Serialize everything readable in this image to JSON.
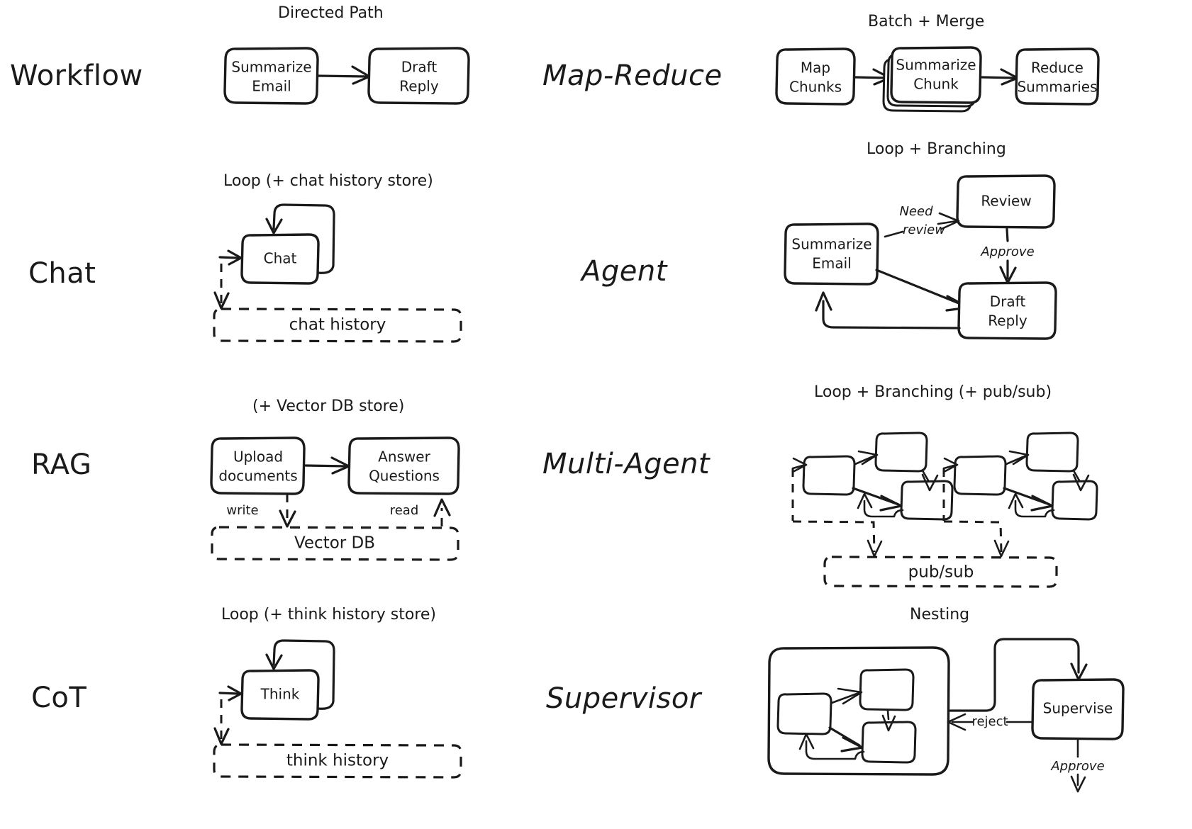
{
  "figure": {
    "background": "#ffffff",
    "ink": "#1a1a1a",
    "style": "hand-drawn sketch"
  },
  "rows": [
    {
      "left": {
        "pattern": "Workflow",
        "caption": "Directed Path",
        "nodes": [
          "Summarize Email",
          "Draft Reply"
        ],
        "edges": [
          "Summarize Email -> Draft Reply"
        ],
        "stores": []
      },
      "right": {
        "pattern": "Map-Reduce",
        "caption": "Batch + Merge",
        "nodes": [
          "Map Chunks",
          "Summarize Chunk",
          "Reduce Summaries"
        ],
        "edges": [
          "Map Chunks -> Summarize Chunk",
          "Summarize Chunk -> Reduce Summaries"
        ],
        "stores": []
      }
    },
    {
      "left": {
        "pattern": "Chat",
        "caption": "Loop (+ chat history store)",
        "nodes": [
          "Chat"
        ],
        "edges": [
          "Chat -> Chat (self loop)",
          "Chat <-> chat history"
        ],
        "stores": [
          "chat history"
        ]
      },
      "right": {
        "pattern": "Agent",
        "caption": "Loop + Branching",
        "nodes": [
          "Summarize Email",
          "Review",
          "Draft Reply"
        ],
        "edges": [
          "Summarize Email -> Review",
          "Review -> Draft Reply",
          "Summarize Email -> Draft Reply",
          "Draft Reply -> Summarize Email"
        ],
        "edge_labels": [
          "Need",
          "review",
          "Approve"
        ],
        "stores": []
      }
    },
    {
      "left": {
        "pattern": "RAG",
        "caption": "(+ Vector DB store)",
        "nodes": [
          "Upload documents",
          "Answer Questions"
        ],
        "edges": [
          "Upload documents -> Answer Questions",
          "Upload documents -> Vector DB",
          "Vector DB -> Answer Questions"
        ],
        "edge_labels": [
          "write",
          "read"
        ],
        "stores": [
          "Vector DB"
        ]
      },
      "right": {
        "pattern": "Multi-Agent",
        "caption": "Loop + Branching (+ pub/sub)",
        "nodes": [],
        "edges": [
          "agent-a <-> pub/sub",
          "agent-b <-> pub/sub"
        ],
        "stores": [
          "pub/sub"
        ]
      }
    },
    {
      "left": {
        "pattern": "CoT",
        "caption": "Loop (+ think history store)",
        "nodes": [
          "Think"
        ],
        "edges": [
          "Think -> Think (self loop)",
          "Think <-> think history"
        ],
        "stores": [
          "think history"
        ]
      },
      "right": {
        "pattern": "Supervisor",
        "caption": "Nesting",
        "nodes": [
          "Supervise"
        ],
        "edges": [
          "nested-agent -> Supervise",
          "Supervise -> nested-agent",
          "Supervise -> out"
        ],
        "edge_labels": [
          "reject",
          "Approve"
        ],
        "stores": []
      }
    }
  ],
  "labels": {
    "workflow": "Workflow",
    "map_reduce": "Map-Reduce",
    "chat": "Chat",
    "agent": "Agent",
    "rag": "RAG",
    "multi_agent": "Multi-Agent",
    "cot": "CoT",
    "supervisor": "Supervisor"
  },
  "captions": {
    "directed_path": "Directed Path",
    "batch_merge": "Batch + Merge",
    "loop_chat": "Loop (+ chat history store)",
    "loop_branching": "Loop + Branching",
    "vector_db_store": "(+ Vector DB store)",
    "loop_branching_pubsub": "Loop + Branching (+ pub/sub)",
    "loop_think": "Loop (+ think history store)",
    "nesting": "Nesting"
  },
  "nodes": {
    "summarize_email_1": "Summarize",
    "summarize_email_2": "Email",
    "draft_reply_1": "Draft",
    "draft_reply_2": "Reply",
    "map_chunks_1": "Map",
    "map_chunks_2": "Chunks",
    "summarize_chunk_1": "Summarize",
    "summarize_chunk_2": "Chunk",
    "reduce_summaries_1": "Reduce",
    "reduce_summaries_2": "Summaries",
    "chat": "Chat",
    "review": "Review",
    "agent_summarize_1": "Summarize",
    "agent_summarize_2": "Email",
    "agent_draft_1": "Draft",
    "agent_draft_2": "Reply",
    "upload_1": "Upload",
    "upload_2": "documents",
    "answer_1": "Answer",
    "answer_2": "Questions",
    "think": "Think",
    "supervise": "Supervise"
  },
  "stores": {
    "chat_history": "chat history",
    "vector_db": "Vector DB",
    "pub_sub": "pub/sub",
    "think_history": "think history"
  },
  "edge_labels": {
    "need": "Need",
    "review": "review",
    "approve": "Approve",
    "write": "write",
    "read": "read",
    "reject": "reject",
    "approve_sup": "Approve"
  }
}
